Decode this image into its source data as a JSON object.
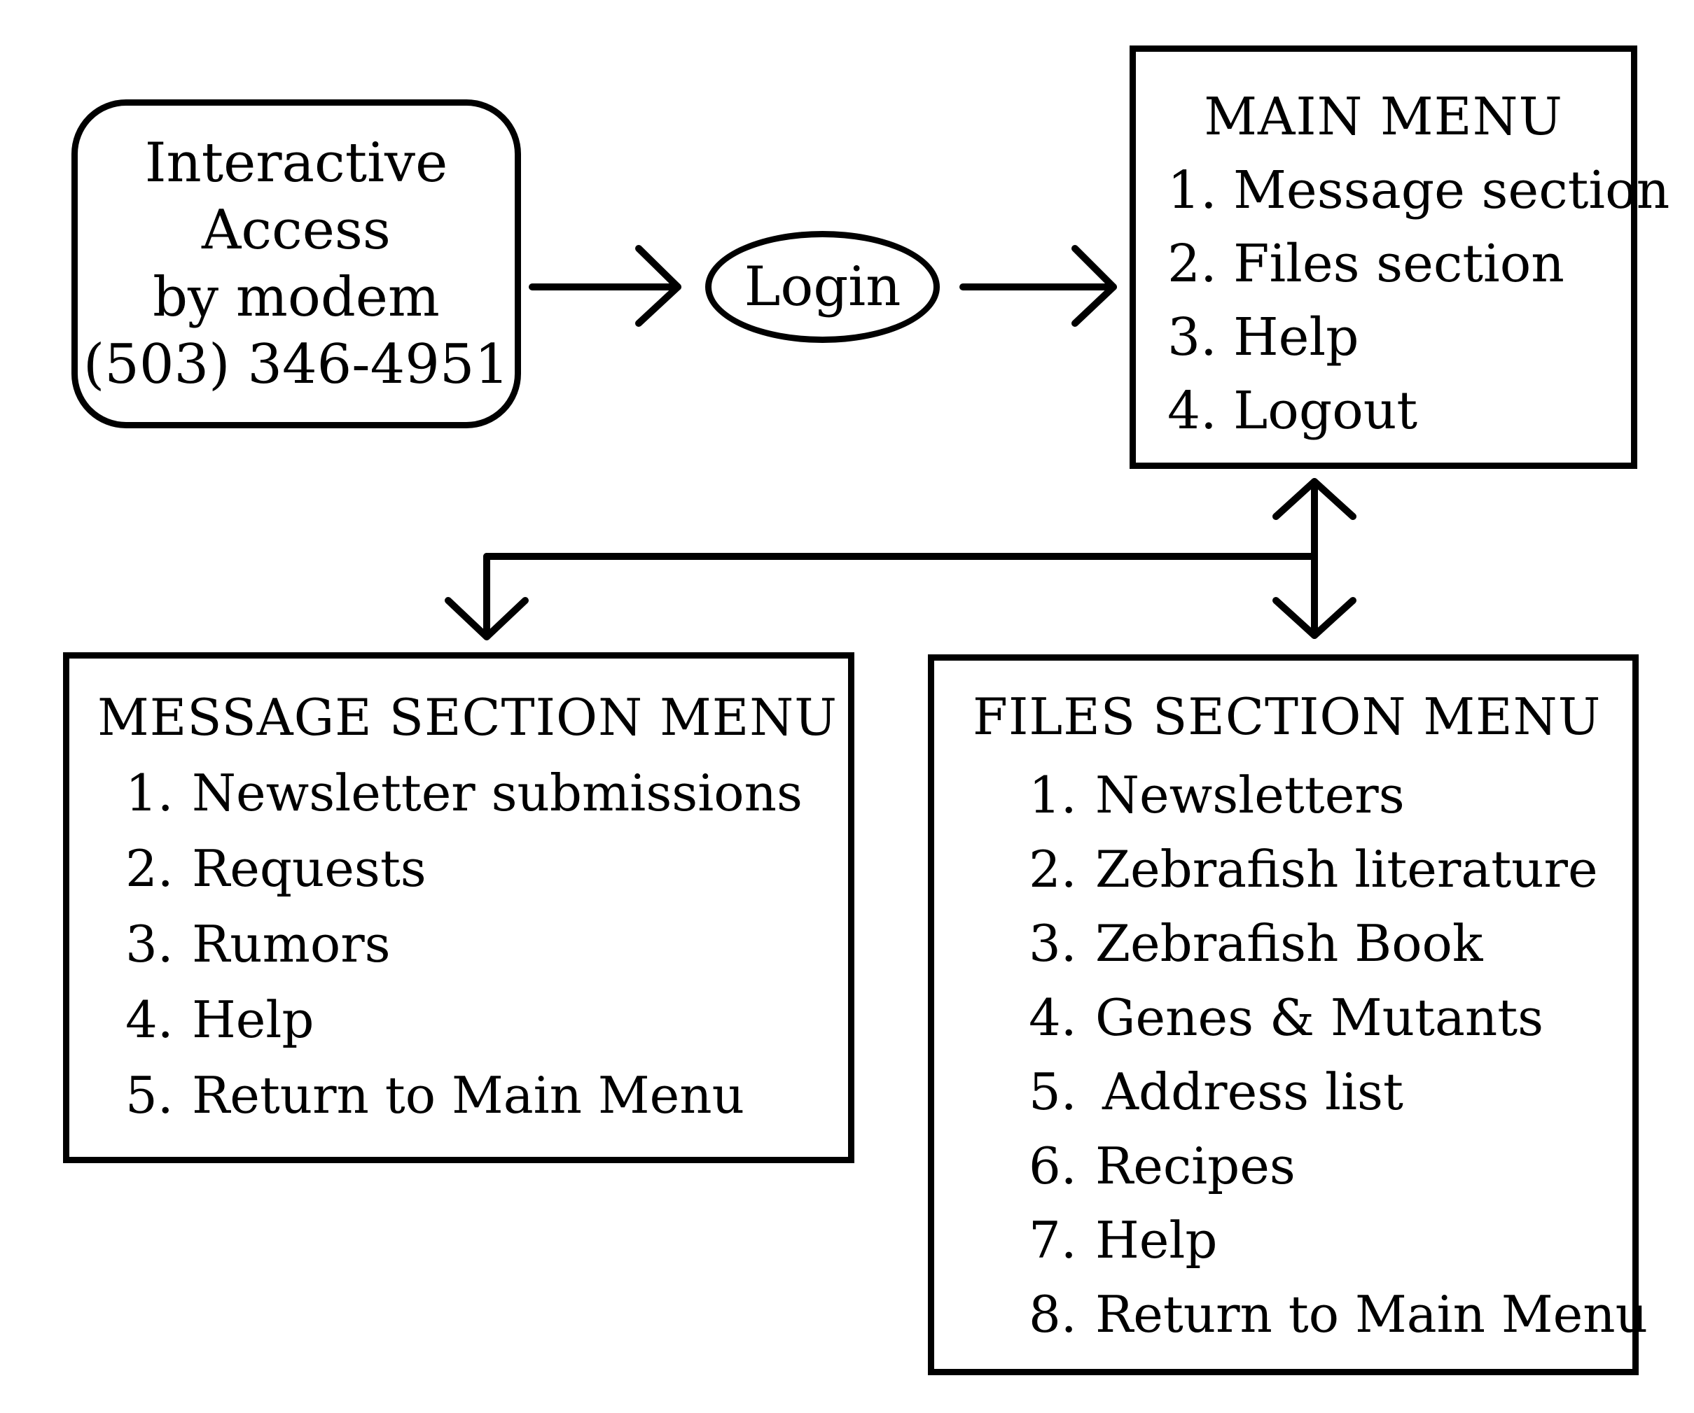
{
  "access": {
    "lines": [
      "Interactive",
      "Access",
      "by modem",
      "(503) 346-4951"
    ]
  },
  "login": {
    "label": "Login"
  },
  "main_menu": {
    "title": "MAIN MENU",
    "items": [
      {
        "num": "1.",
        "label": "Message section"
      },
      {
        "num": "2.",
        "label": "Files section"
      },
      {
        "num": "3.",
        "label": "Help"
      },
      {
        "num": "4.",
        "label": "Logout"
      }
    ]
  },
  "message_menu": {
    "title": "MESSAGE SECTION MENU",
    "items": [
      {
        "num": "1.",
        "label": "Newsletter submissions"
      },
      {
        "num": "2.",
        "label": "Requests"
      },
      {
        "num": "3.",
        "label": "Rumors"
      },
      {
        "num": "4.",
        "label": "Help"
      },
      {
        "num": "5.",
        "label": "Return to Main Menu"
      }
    ]
  },
  "files_menu": {
    "title": "FILES SECTION MENU",
    "items": [
      {
        "num": "1.",
        "label": "Newsletters"
      },
      {
        "num": "2.",
        "label": "Zebrafish literature"
      },
      {
        "num": "3.",
        "label": "Zebrafish Book"
      },
      {
        "num": "4.",
        "label": "Genes & Mutants"
      },
      {
        "num": "5.",
        "label": "Address list"
      },
      {
        "num": "6.",
        "label": "Recipes"
      },
      {
        "num": "7.",
        "label": "Help"
      },
      {
        "num": "8.",
        "label": "Return to Main Menu"
      }
    ]
  }
}
